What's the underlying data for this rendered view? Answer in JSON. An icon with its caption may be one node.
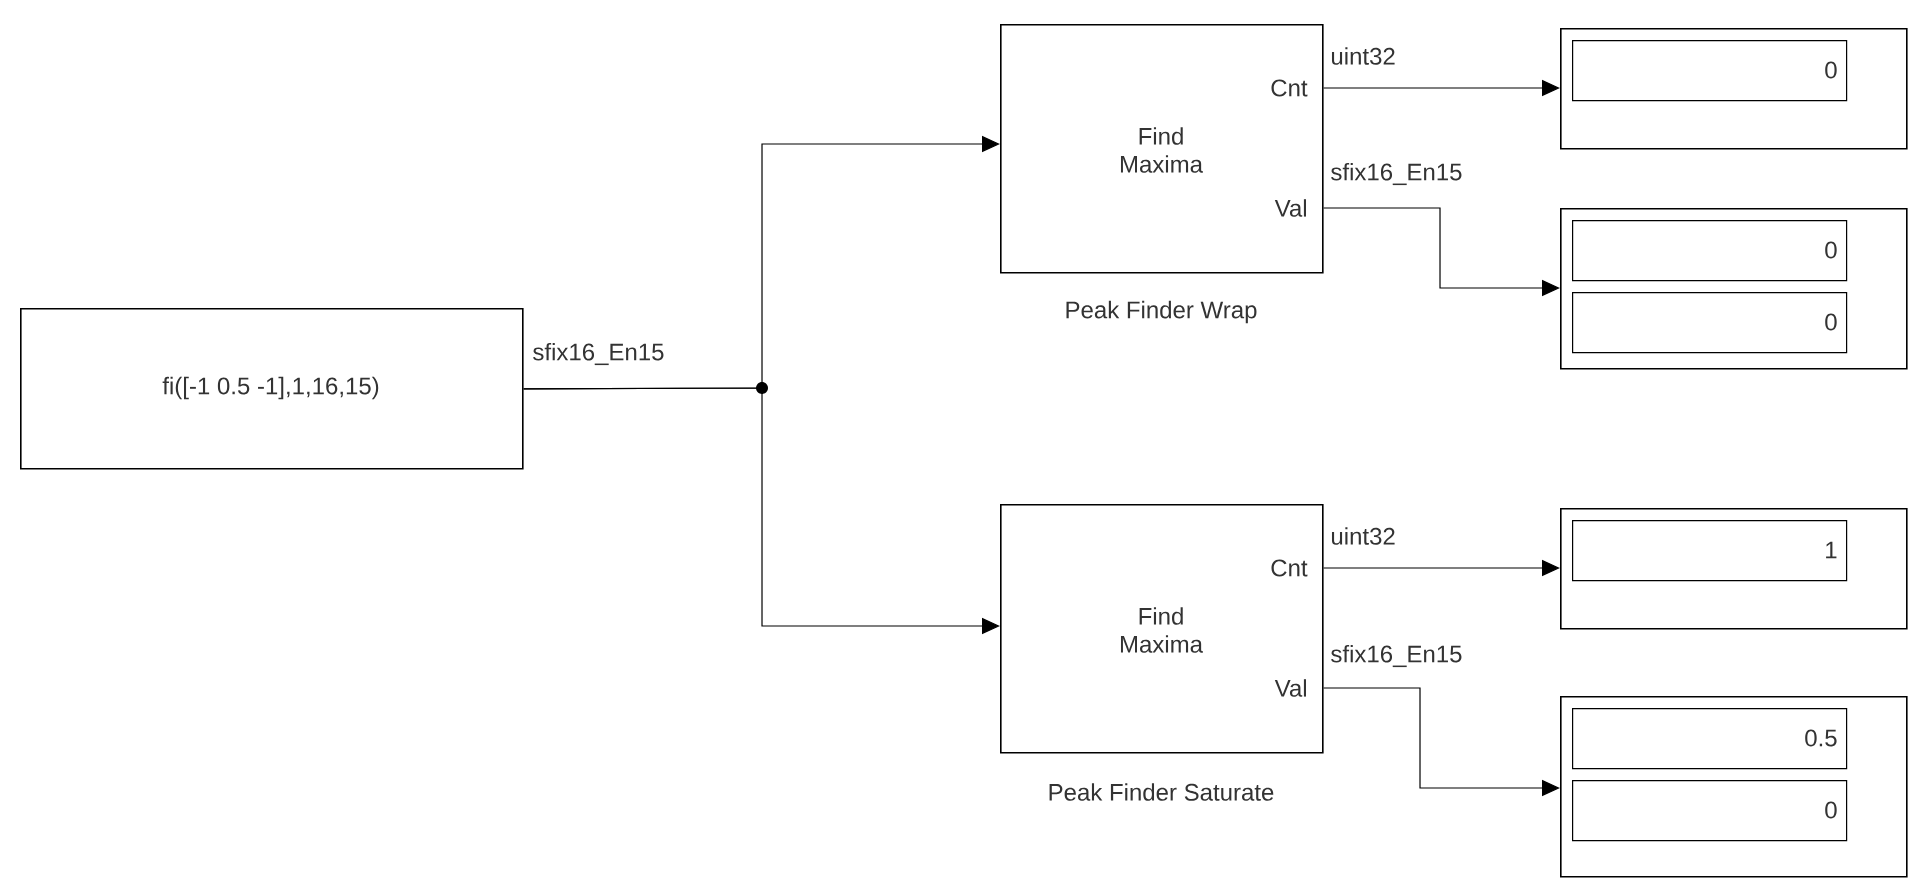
{
  "diagram": {
    "nodes": [
      {
        "text": [
          "fi([-1 0.5 -1],1,16,15)"
        ]
      },
      {
        "text": [
          "Find Maxima",
          "Cnt",
          "Val"
        ],
        "beside": [
          "Peak Finder Wrap"
        ]
      },
      {
        "text": [],
        "shape": "box"
      },
      {
        "text": [
          "0"
        ],
        "in": 2
      },
      {
        "text": [],
        "shape": "box"
      },
      {
        "text": [
          "0"
        ],
        "in": 4
      },
      {
        "text": [
          "0"
        ],
        "in": 4
      },
      {
        "text": [
          "Find Maxima",
          "Cnt",
          "Val"
        ],
        "beside": [
          "Peak Finder Saturate"
        ]
      },
      {
        "text": [],
        "shape": "box"
      },
      {
        "text": [
          "1"
        ],
        "in": 8
      },
      {
        "text": [],
        "shape": "box"
      },
      {
        "text": [
          "0.5"
        ],
        "in": 10
      },
      {
        "text": [
          "0"
        ],
        "in": 10
      }
    ],
    "edges": [
      {
        "from": 0,
        "to": 1,
        "arrow": "to",
        "label": "sfix16_En15"
      },
      {
        "from": 0,
        "to": 7,
        "arrow": "to"
      },
      {
        "from": 1,
        "to": 2,
        "arrow": "to",
        "label": "uint32"
      },
      {
        "from": 1,
        "to": 4,
        "arrow": "to",
        "label": "sfix16_En15"
      },
      {
        "from": 7,
        "to": 8,
        "arrow": "to",
        "label": "uint32"
      },
      {
        "from": 7,
        "to": 10,
        "arrow": "to",
        "label": "sfix16_En15"
      }
    ]
  }
}
